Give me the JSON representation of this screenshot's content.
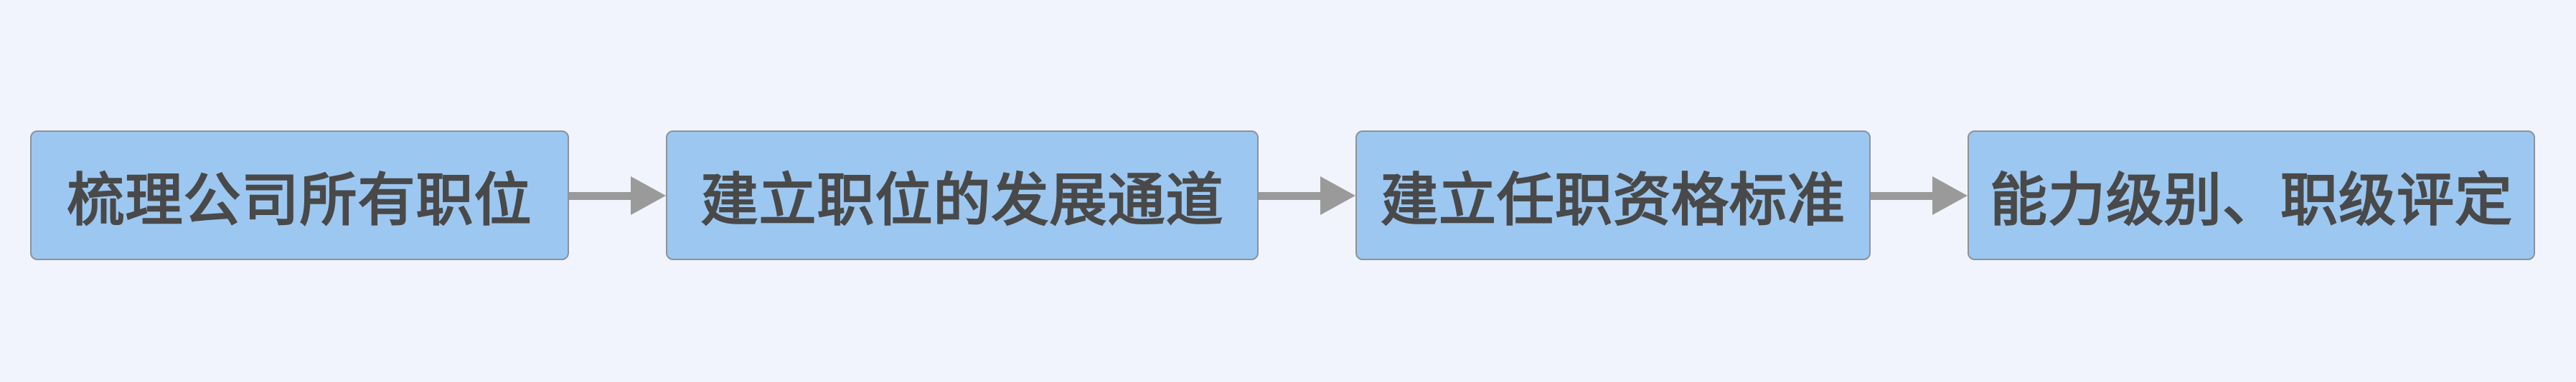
{
  "diagram": {
    "type": "flowchart",
    "direction": "left-to-right",
    "background_color": "#f1f4fc",
    "box_fill_color": "#9cc7f0",
    "box_border_color": "#8c929a",
    "text_color": "#494949",
    "arrow_color": "#9a9a9a",
    "steps": [
      {
        "label": "梳理公司所有职位"
      },
      {
        "label": "建立职位的发展通道"
      },
      {
        "label": "建立任职资格标准"
      },
      {
        "label": "能力级别、职级评定"
      }
    ],
    "connector": "right-arrow"
  }
}
